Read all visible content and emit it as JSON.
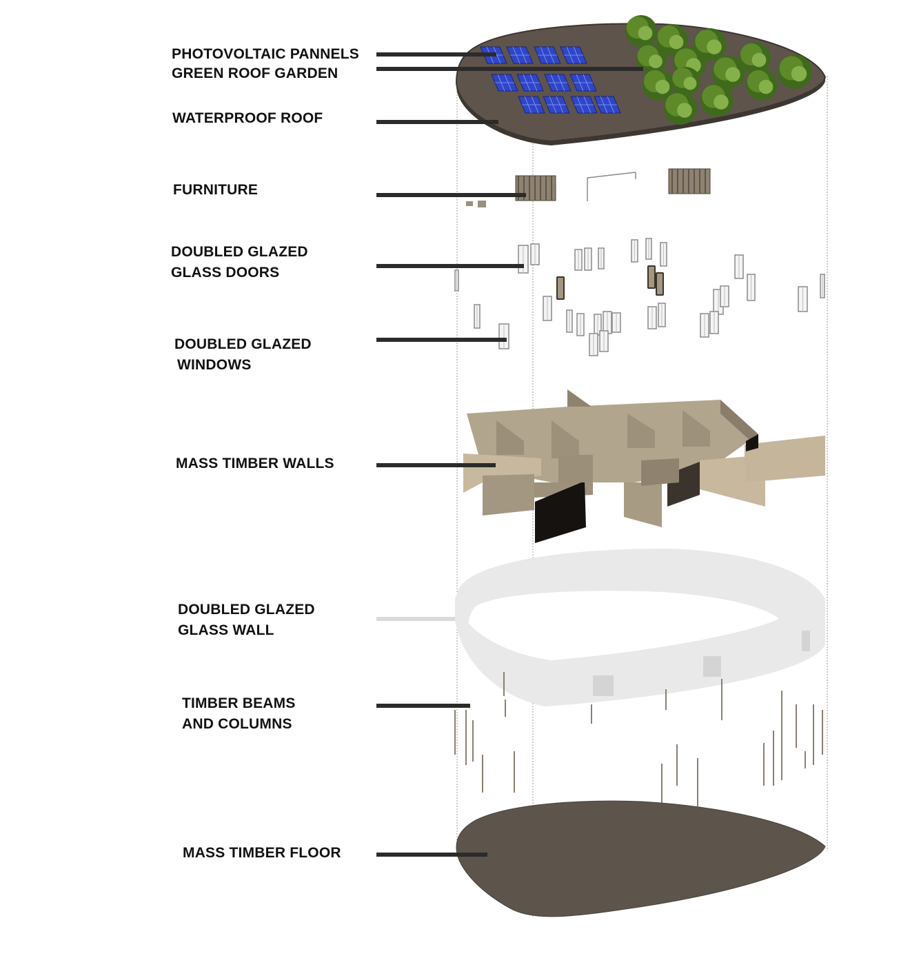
{
  "labels": {
    "photovoltaic": "PHOTOVOLTAIC PANNELS",
    "green_roof": "GREEN ROOF GARDEN",
    "waterproof_roof": "WATERPROOF ROOF",
    "furniture": "FURNITURE",
    "glass_doors": [
      "DOUBLED GLAZED",
      "GLASS DOORS"
    ],
    "windows": [
      "DOUBLED GLAZED",
      "WINDOWS"
    ],
    "mass_timber_walls": "MASS TIMBER WALLS",
    "glass_wall": [
      "DOUBLED GLAZED",
      "GLASS WALL"
    ],
    "beams_columns": [
      "TIMBER BEAMS",
      "AND COLUMNS"
    ],
    "mass_timber_floor": "MASS TIMBER FLOOR"
  },
  "colors": {
    "roof": "#5e544b",
    "floor": "#5d544c",
    "solar_panel": "#2f46c8",
    "tree": "#5f8a2a",
    "wall_light": "#c4b59b",
    "wall_mid": "#a69a84",
    "wall_dark": "#181512",
    "glass": "#e8e8e8",
    "leader": "#2b2b2b"
  }
}
